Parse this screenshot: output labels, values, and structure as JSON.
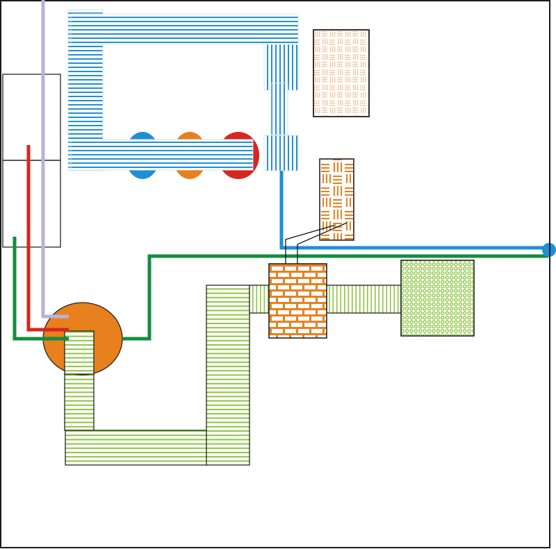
{
  "diagram": {
    "type": "piping-schematic",
    "colors": {
      "frame": "#1a1a1a",
      "blue": "#1f8fd3",
      "blue_light": "#bfe0f3",
      "orange": "#e8801e",
      "red": "#d8261e",
      "lavender": "#b7b3d6",
      "green_pipe": "#138d3f",
      "green_hatch": "#8cc63f",
      "outline": "#222222"
    },
    "elements": [
      {
        "id": "left-panel",
        "kind": "panel",
        "sections": 2
      },
      {
        "id": "blue-duct-loop",
        "kind": "duct",
        "pattern": "horizontal-lines",
        "color": "blue"
      },
      {
        "id": "blue-riser",
        "kind": "duct",
        "pattern": "vertical-lines",
        "color": "blue"
      },
      {
        "id": "indicator-blue",
        "kind": "circle",
        "color": "blue"
      },
      {
        "id": "indicator-orange",
        "kind": "circle",
        "color": "orange"
      },
      {
        "id": "indicator-red",
        "kind": "circle",
        "color": "red"
      },
      {
        "id": "basketweave-box-large",
        "kind": "box",
        "pattern": "basketweave",
        "color": "orange"
      },
      {
        "id": "basketweave-box-small",
        "kind": "box",
        "pattern": "basketweave",
        "color": "orange"
      },
      {
        "id": "brick-box",
        "kind": "box",
        "pattern": "brick",
        "color": "orange"
      },
      {
        "id": "dotted-box",
        "kind": "box",
        "pattern": "circles",
        "color": "green_hatch"
      },
      {
        "id": "orange-tank",
        "kind": "ellipse",
        "color": "orange"
      },
      {
        "id": "green-duct",
        "kind": "duct",
        "pattern": "horizontal-lines",
        "color": "green_hatch"
      },
      {
        "id": "pipe-lavender",
        "kind": "pipe",
        "color": "lavender"
      },
      {
        "id": "pipe-red",
        "kind": "pipe",
        "color": "red"
      },
      {
        "id": "pipe-green",
        "kind": "pipe",
        "color": "green_pipe"
      },
      {
        "id": "pipe-blue",
        "kind": "pipe",
        "color": "blue"
      },
      {
        "id": "blue-endpoint",
        "kind": "node",
        "color": "blue"
      }
    ]
  }
}
